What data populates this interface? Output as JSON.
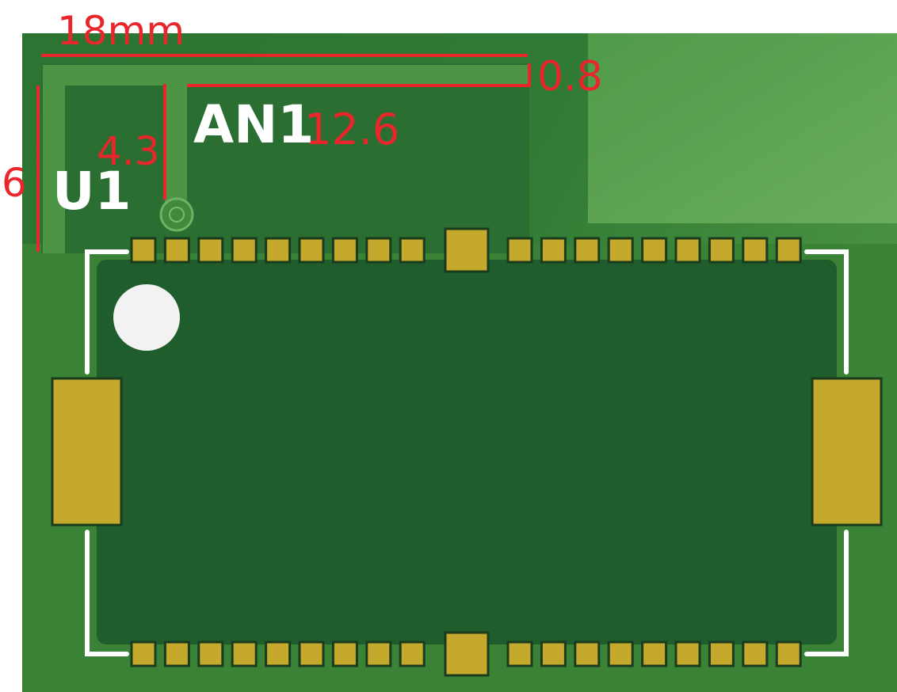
{
  "dimensions": {
    "width_label": "18mm",
    "trace_width_label": "0.8",
    "length_label": "12.6",
    "height_label": "6",
    "inner_height_label": "4.3"
  },
  "silkscreen": {
    "antenna_ref": "AN1",
    "module_ref": "U1"
  },
  "pads": {
    "top_left_count": 9,
    "top_right_count": 9,
    "bottom_left_count": 9,
    "bottom_right_count": 9
  },
  "colors": {
    "board": "#2f7a34",
    "board_light": "#5da552",
    "module": "#1f5e2c",
    "pad": "#c5a92c",
    "dimension": "#e8262c",
    "silk": "#ffffff"
  }
}
